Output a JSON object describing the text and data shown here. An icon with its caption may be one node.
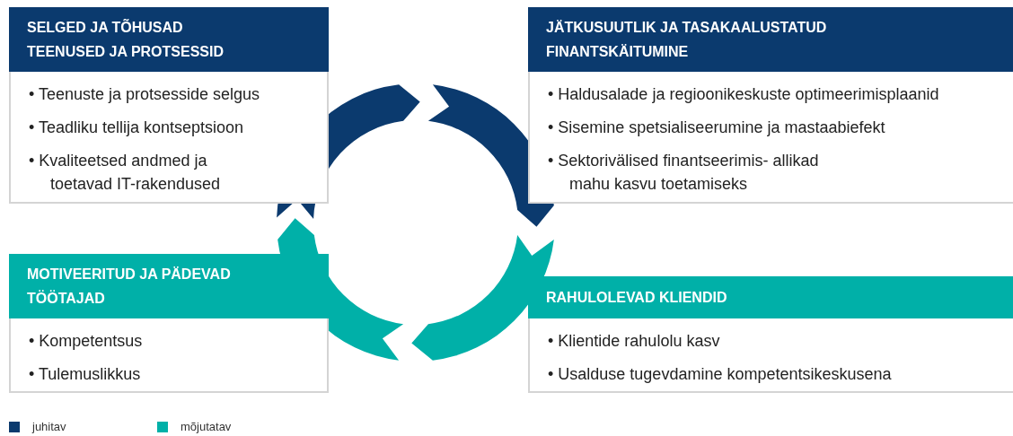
{
  "diagram": {
    "nodes": [
      {
        "text": [
          "SELGED JA TÕHUSAD TEENUSED JA PROTSESSID",
          "• Teenuste ja protsesside selgus",
          "• Teadliku tellija kontseptsioon",
          "• Kvaliteetsed andmed ja toetavad IT-rakendused"
        ]
      },
      {
        "text": [
          "JÄTKUSUUTLIK JA TASAKAALUSTATUD FINANTSKÄITUMINE",
          "• Haldusalade ja regioonikeskuste optimeerimisplaanid",
          "• Sisemine spetsialiseerumine ja mastaabiefekt",
          "• Sektorivälised finantseerimis- allikad mahu kasvu toetamiseks"
        ]
      },
      {
        "text": [
          "MOTIVEERITUD JA PÄDEVAD TÖÖTAJAD",
          "• Kompetentsus",
          "• Tulemuslikkus"
        ]
      },
      {
        "text": [
          "RAHULOLEVAD KLIENDID",
          "• Klientide rahulolu kasv",
          "• Usalduse tugevdamine kompetentsikeskusena"
        ]
      }
    ],
    "legend": [
      {
        "text": "juhitav",
        "color": "#0b3a6e"
      },
      {
        "text": "mõjutatav",
        "color": "#00b0a8"
      }
    ]
  }
}
